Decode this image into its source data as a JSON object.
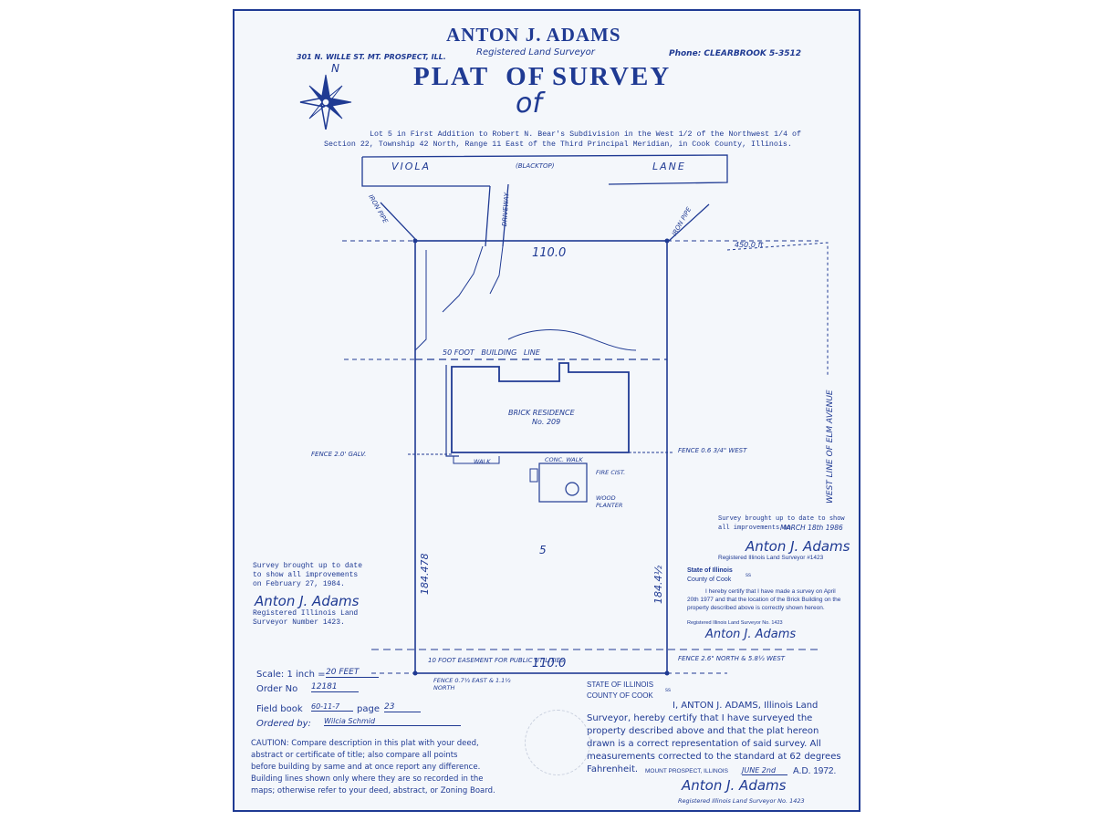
{
  "header": {
    "surveyor_name": "ANTON J. ADAMS",
    "subtitle": "Registered Land Surveyor",
    "address": "301 N. WILLE ST. MT. PROSPECT, ILL.",
    "phone": "Phone: CLEARBROOK 5-3512",
    "title_a": "PLAT  OF",
    "title_of": "of",
    "title_b": "SURVEY"
  },
  "compass": {
    "north": "N"
  },
  "legal_description": "Lot 5 in First Addition to Robert N. Bear's Subdivision in the West 1/2 of the Northwest 1/4 of Section 22, Township 42 North, Range 11 East of the Third Principal Meridian, in Cook County, Illinois.",
  "street": {
    "viola": "VIOLA",
    "blacktop": "(BLACKTOP)",
    "lane": "LANE"
  },
  "plat": {
    "front_width": "110.0",
    "rear_width": "110.0",
    "side_left": "184.478",
    "side_right": "184.4½",
    "building_line": "50 FOOT   BUILDING   LINE",
    "residence": "BRICK RESIDENCE",
    "house_no": "No. 209",
    "dim_west_line": "450.0 ft",
    "easement": "10 FOOT EASEMENT FOR PUBLIC UTILITIES",
    "fence_left": "FENCE 2.0' GALV.",
    "fence_right": "FENCE 0.6 3/4\" WEST",
    "fence_rear": "FENCE 2.6\" NORTH & 5.8½ WEST",
    "fence_corner": "FENCE 0.7½ EAST & 1.1½ NORTH",
    "iron_pipe_left": "IRON PIPE",
    "iron_pipe_right": "IRON PIPE",
    "driveway": "DRIVEWAY",
    "west_line": "WEST LINE OF ELM AVENUE",
    "lot_number": "5",
    "fire_cistern": "FIRE CIST.",
    "wood_planter": "WOOD PLANTER",
    "walk": "WALK",
    "walk_label": "CONC. WALK"
  },
  "update_1986": {
    "text": "Survey brought up to date to show all improvements on",
    "date": "MARCH 18th 1986",
    "signature": "Anton J. Adams",
    "reg": "Registered Illinois Land Surveyor #1423"
  },
  "update_1984": {
    "line1": "Survey brought up to date",
    "line2": "to show all improvements",
    "line3": "on February 27, 1984.",
    "signature": "Anton J. Adams",
    "reg1": "Registered Illinois Land",
    "reg2": "Surveyor Number 1423."
  },
  "cert_1977": {
    "state": "State of Illinois",
    "county": "County of Cook",
    "ss": "ss",
    "text": "I hereby certify that I have made a survey on April 20th 1977 and that the location of the Brick Building on the property described above is correctly shown hereon.",
    "reg": "Registered Illinois Land Surveyor No. 1423",
    "signature": "Anton J. Adams"
  },
  "info": {
    "scale_label": "Scale: 1 inch =",
    "scale_value": "20 FEET",
    "order_label": "Order No",
    "order_value": "12181",
    "field_label": "Field book",
    "field_value": "60-11-7",
    "page_label": "page",
    "page_value": "23",
    "ordered_label": "Ordered by:",
    "ordered_value": "Wilcia Schmid"
  },
  "caution": {
    "line1": "CAUTION: Compare description in this plat with your deed,",
    "line2": "abstract or certificate of title; also compare all points",
    "line3": "before building by same and at once report any difference.",
    "line4": "Building lines shown only where they are so recorded in the",
    "line5": "maps; otherwise refer to your deed, abstract, or Zoning Board."
  },
  "main_cert": {
    "state": "STATE OF ILLINOIS",
    "county": "COUNTY OF COOK",
    "ss": "ss",
    "line1": "I, ANTON J. ADAMS, Illinois Land",
    "line2": "Surveyor, hereby certify that I have surveyed the",
    "line3": "property described above and that the plat hereon",
    "line4": "drawn is a correct representation of said survey. All",
    "line5": "measurements corrected to the standard at 62 degrees",
    "line6": "Fahrenheit.",
    "place": "MOUNT PROSPECT, ILLINOIS",
    "date": "JUNE 2nd",
    "ad": "A.D. 1972.",
    "signature": "Anton J. Adams",
    "reg": "Registered Illinois Land Surveyor No. 1423"
  },
  "colors": {
    "ink": "#1f3a93",
    "paper": "#f4f7fb"
  }
}
